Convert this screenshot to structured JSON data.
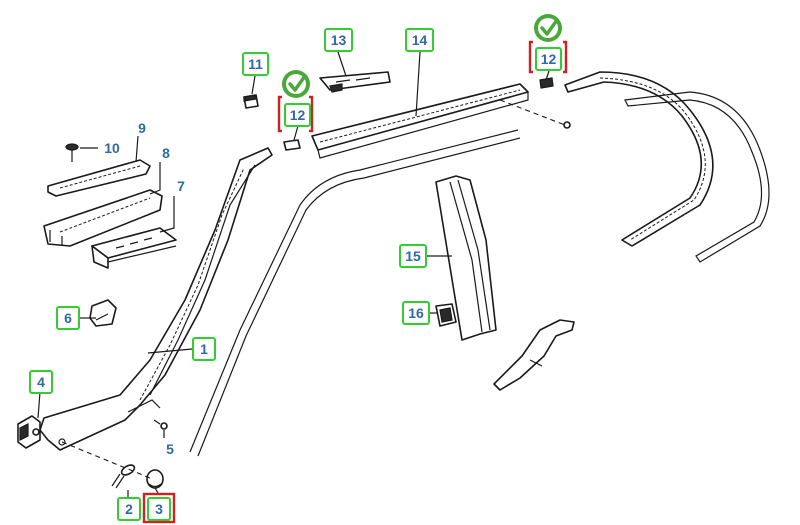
{
  "colors": {
    "callout_border": "#33cc33",
    "callout_text": "#2f6aa6",
    "highlight_bracket": "#cc2222",
    "check_mark": "#4aa83a",
    "line_art": "#1a1a1a"
  },
  "callouts": {
    "c1": "1",
    "c2": "2",
    "c3": "3",
    "c4": "4",
    "c5": "5",
    "c6": "6",
    "c7": "7",
    "c8": "8",
    "c9": "9",
    "c10": "10",
    "c11": "11",
    "c12a": "12",
    "c12b": "12",
    "c13": "13",
    "c14": "14",
    "c15": "15",
    "c16": "16"
  },
  "icons": {
    "check": "check-circle-icon"
  }
}
